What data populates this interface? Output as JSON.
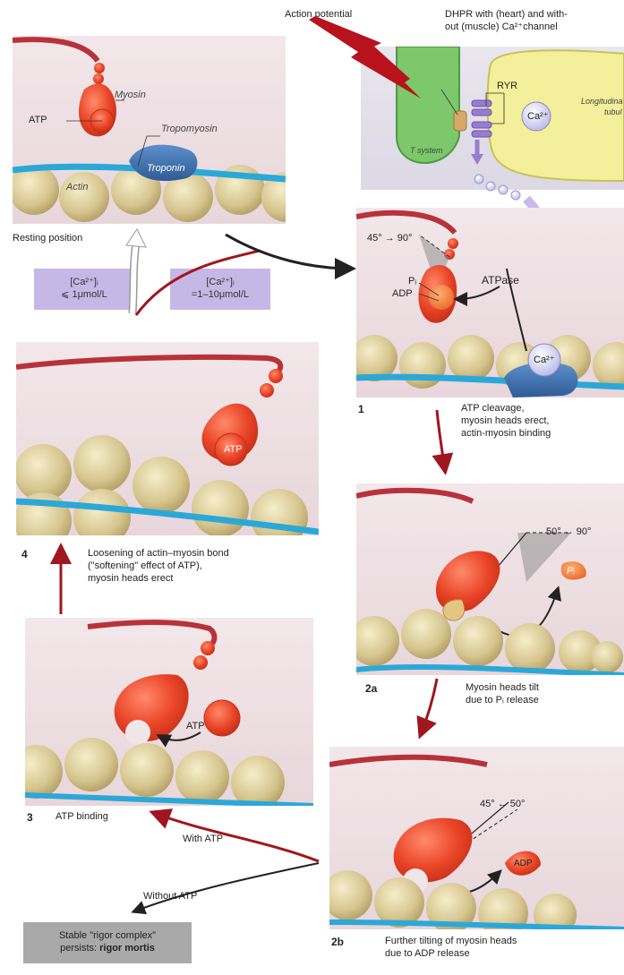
{
  "top_right": {
    "action_potential": "Action potential",
    "dhpr_line1": "DHPR with (heart) and with-",
    "dhpr_line2": "out (muscle) Ca²⁺channel",
    "ryr": "RYR",
    "ca": "Ca²⁺",
    "longitudinal_line1": "Longitudina",
    "longitudinal_line2": "tubul",
    "t_system": "T system"
  },
  "resting": {
    "myosin": "Myosin",
    "atp": "ATP",
    "tropomyosin": "Tropomyosin",
    "troponin": "Troponin",
    "actin": "Actin",
    "caption": "Resting position"
  },
  "calcium": {
    "low_line1": "[Ca²⁺]ᵢ",
    "low_line2": "⩽ 1μmol/L",
    "high_line1": "[Ca²⁺]ᵢ",
    "high_line2": "=1–10μmol/L"
  },
  "step1": {
    "angle": "45° → 90°",
    "pi": "Pᵢ",
    "adp": "ADP",
    "atpase": "ATPase",
    "ca": "Ca²⁺",
    "number": "1",
    "caption_line1": "ATP cleavage,",
    "caption_line2": "myosin heads erect,",
    "caption_line3": "actin-myosin binding"
  },
  "step2a": {
    "angle": "50° ← 90°",
    "pi": "Pᵢ",
    "number": "2a",
    "caption_line1": "Myosin heads tilt",
    "caption_line2": "due to Pᵢ release"
  },
  "step2b": {
    "angle": "45° ← 50°",
    "adp": "ADP",
    "number": "2b",
    "caption_line1": "Further tilting of myosin heads",
    "caption_line2": "due to ADP release"
  },
  "step3": {
    "atp": "ATP",
    "number": "3",
    "caption": "ATP binding"
  },
  "step4": {
    "atp": "ATP",
    "number": "4",
    "caption_line1": "Loosening of actin–myosin bond",
    "caption_line2": "(\"softening\" effect of ATP),",
    "caption_line3": "myosin heads erect"
  },
  "branches": {
    "with_atp": "With ATP",
    "without_atp": "Without ATP"
  },
  "rigor": {
    "line1": "Stable \"rigor complex\"",
    "line2_prefix": "persists: ",
    "line2_bold": "rigor mortis"
  },
  "colors": {
    "myosin": "#e8432a",
    "actin": "#d9cc98",
    "tropomyosin": "#2ba8d8",
    "troponin": "#3f6fa8",
    "t_system": "#7cc86a",
    "longitudinal_tubule": "#f3ef9a",
    "calcium_box": "#c6b8e6",
    "arrow": "#a0161e"
  }
}
